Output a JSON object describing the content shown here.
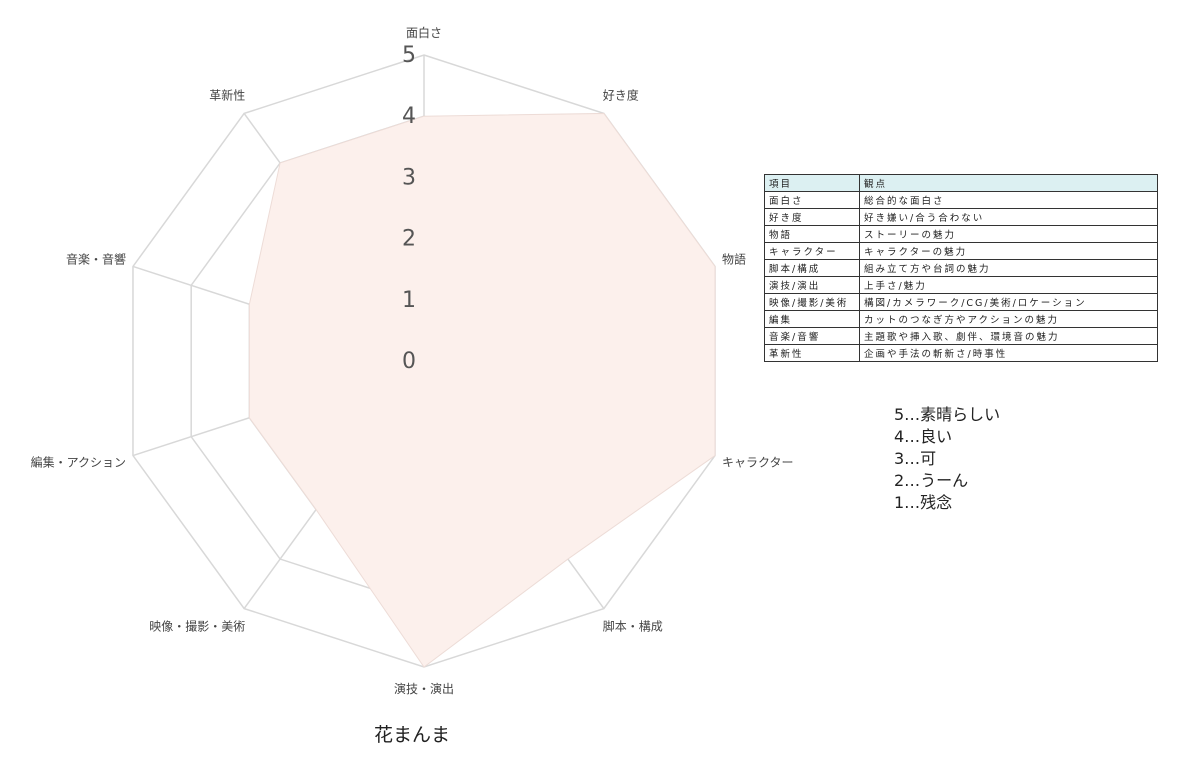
{
  "chart_data": {
    "type": "radar",
    "title": "花まんま",
    "axes": [
      "面白さ",
      "好き度",
      "物語",
      "キャラクター",
      "脚本・構成",
      "演技・演出",
      "映像・撮影・美術",
      "編集・アクション",
      "音楽・音響",
      "革新性"
    ],
    "values": [
      4,
      5,
      5,
      5,
      4,
      5,
      3,
      3,
      3,
      4
    ],
    "rlim": [
      0,
      5
    ],
    "ticks": [
      "0",
      "1",
      "2",
      "3",
      "4",
      "5"
    ],
    "grid": true,
    "fill_color": "#fcf0ec",
    "line_color": "#eddcd7",
    "grid_color": "#d8d8d8"
  },
  "legend": {
    "headers": [
      "項目",
      "観点"
    ],
    "rows": [
      [
        "面白さ",
        "総合的な面白さ"
      ],
      [
        "好き度",
        "好き嫌い/合う合わない"
      ],
      [
        "物語",
        "ストーリーの魅力"
      ],
      [
        "キャラクター",
        "キャラクターの魅力"
      ],
      [
        "脚本/構成",
        "組み立て方や台詞の魅力"
      ],
      [
        "演技/演出",
        "上手さ/魅力"
      ],
      [
        "映像/撮影/美術",
        "構図/カメラワーク/CG/美術/ロケーション"
      ],
      [
        "編集",
        "カットのつなぎ方やアクションの魅力"
      ],
      [
        "音楽/音響",
        "主題歌や挿入歌、劇伴、環境音の魅力"
      ],
      [
        "革新性",
        "企画や手法の斬新さ/時事性"
      ]
    ]
  },
  "scale": [
    "5…素晴らしい",
    "4…良い",
    "3…可",
    "2…うーん",
    "1…残念"
  ]
}
